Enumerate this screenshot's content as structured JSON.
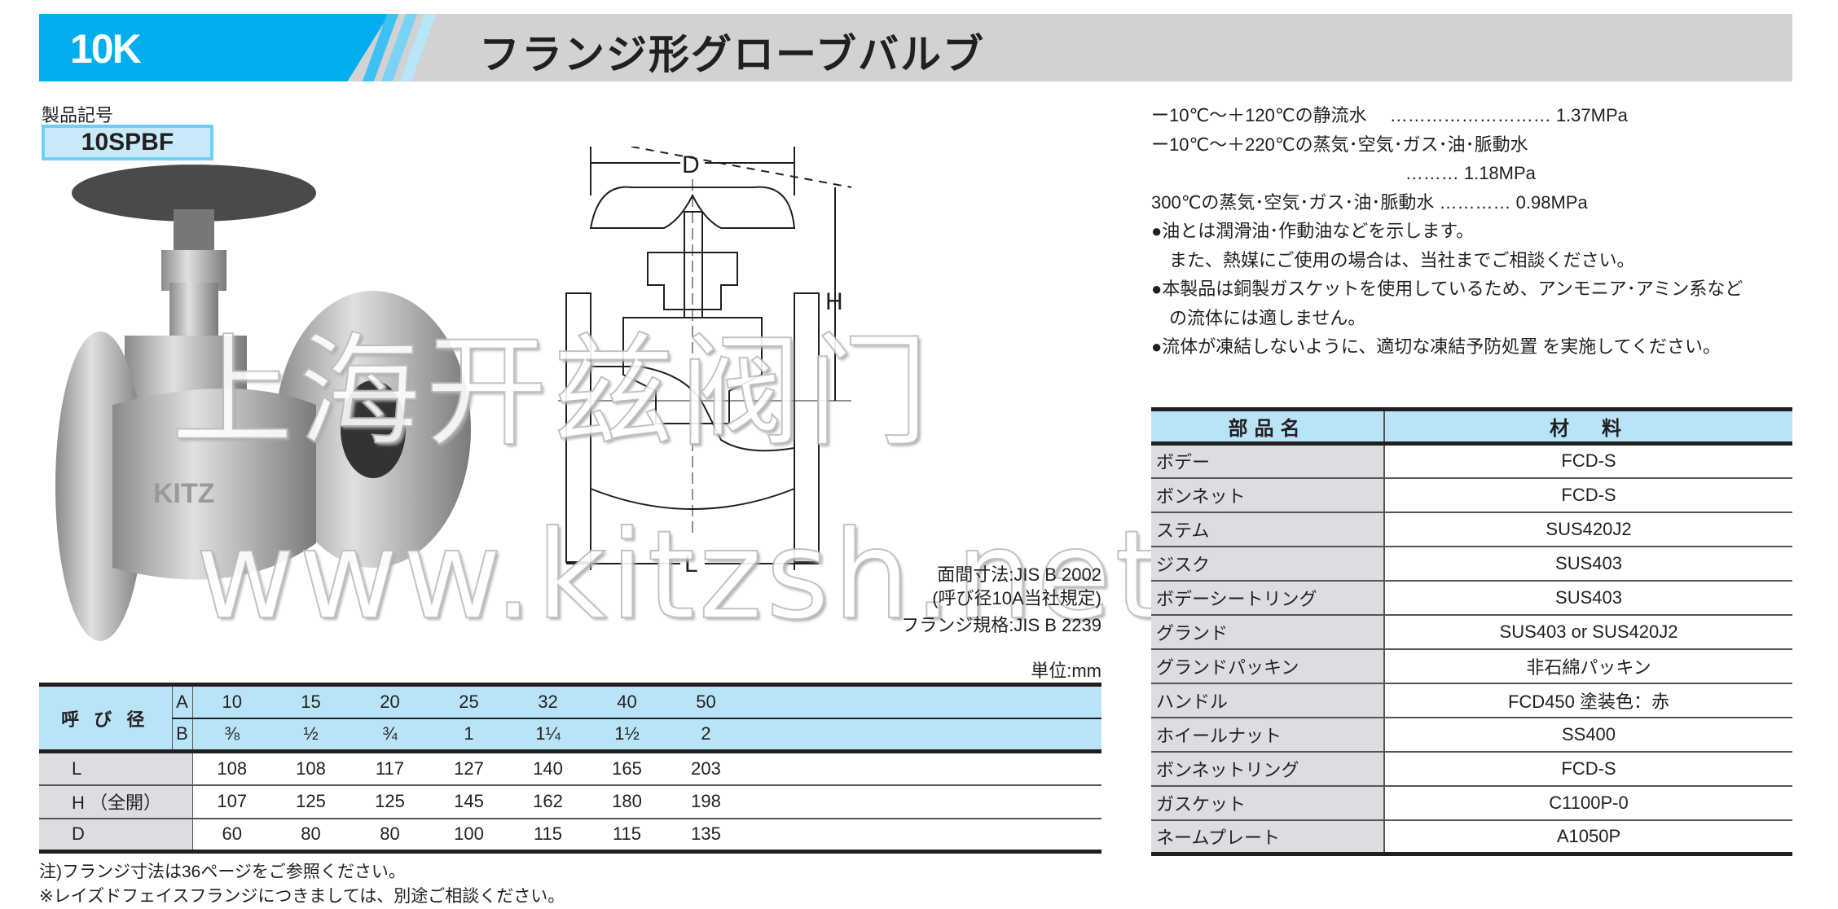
{
  "header": {
    "series": "10K",
    "title": "フランジ形グローブバルブ",
    "accent": "#00aeef"
  },
  "product": {
    "code_label": "製品記号",
    "code": "10SPBF"
  },
  "drawing": {
    "dim_d": "D",
    "dim_h": "H",
    "dim_l": "L",
    "body_mark": "KITZ"
  },
  "standards": {
    "face_to_face": "面間寸法:JIS B 2002",
    "face_note": "(呼び径10A当社規定)",
    "flange": "フランジ規格:JIS B 2239",
    "unit": "単位:mm"
  },
  "specs": [
    "ー10℃～＋120℃の静流水　 ……………………… 1.37MPa",
    "ー10℃～＋220℃の蒸気･空気･ガス･油･脈動水",
    "                                                   ……… 1.18MPa",
    "300℃の蒸気･空気･ガス･油･脈動水 ………… 0.98MPa",
    "●油とは潤滑油･作動油などを示します。",
    "　また、熱媒にご使用の場合は、当社までご相談ください。",
    "●本製品は銅製ガスケットを使用しているため、アンモニア･アミン系など",
    "　の流体には適しません。",
    "●流体が凍結しないように、適切な凍結予防処置 を実施してください。"
  ],
  "dimensions": {
    "nominal_label": "呼 び 径",
    "a_label": "A",
    "b_label": "B",
    "a": [
      "10",
      "15",
      "20",
      "25",
      "32",
      "40",
      "50"
    ],
    "b": [
      "⅜",
      "½",
      "¾",
      "1",
      "1¼",
      "1½",
      "2"
    ],
    "rows": [
      {
        "label": "L",
        "values": [
          "108",
          "108",
          "117",
          "127",
          "140",
          "165",
          "203"
        ]
      },
      {
        "label": "H （全開）",
        "values": [
          "107",
          "125",
          "125",
          "145",
          "162",
          "180",
          "198"
        ]
      },
      {
        "label": "D",
        "values": [
          "60",
          "80",
          "80",
          "100",
          "115",
          "115",
          "135"
        ]
      }
    ]
  },
  "notes": [
    "注)フランジ寸法は36ページをご参照ください。",
    "※レイズドフェイスフランジにつきましては、別途ご相談ください。"
  ],
  "parts": {
    "headers": [
      "部品名",
      "材　料"
    ],
    "rows": [
      {
        "name": "ボデー",
        "material": "FCD-S"
      },
      {
        "name": "ボンネット",
        "material": "FCD-S"
      },
      {
        "name": "ステム",
        "material": "SUS420J2"
      },
      {
        "name": "ジスク",
        "material": "SUS403"
      },
      {
        "name": "ボデーシートリング",
        "material": "SUS403"
      },
      {
        "name": "グランド",
        "material": "SUS403 or SUS420J2"
      },
      {
        "name": "グランドパッキン",
        "material": "非石綿パッキン"
      },
      {
        "name": "ハンドル",
        "material": "FCD450 塗装色：赤"
      },
      {
        "name": "ホイールナット",
        "material": "SS400"
      },
      {
        "name": "ボンネットリング",
        "material": "FCD-S"
      },
      {
        "name": "ガスケット",
        "material": "C1100P-0"
      },
      {
        "name": "ネームプレート",
        "material": "A1050P"
      }
    ]
  },
  "watermark": {
    "line1": "上海开兹阀门",
    "line2": "www.kitzsh.net"
  }
}
